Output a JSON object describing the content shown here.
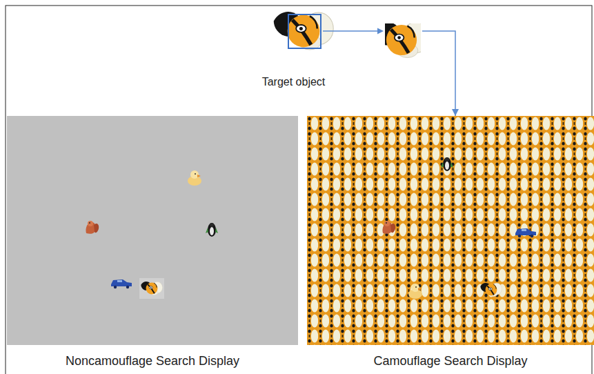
{
  "diagram": {
    "nodes": [
      {
        "text": [
          "Target object"
        ]
      },
      {
        "text": [
          "Noncamouflage Search Display"
        ]
      },
      {
        "text": [
          "Camouflage Search Display"
        ]
      }
    ],
    "edges": [
      {
        "from": 0,
        "to": 2,
        "arrow": "to"
      }
    ]
  }
}
